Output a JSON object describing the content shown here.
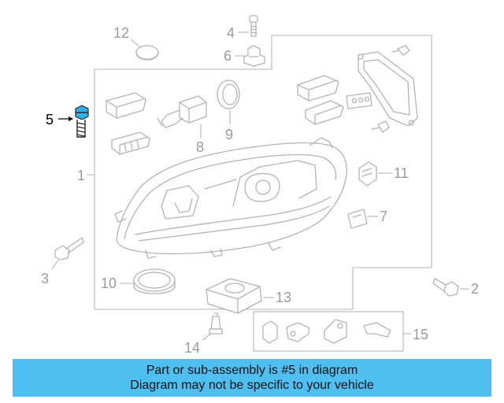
{
  "callouts": {
    "c1": "1",
    "c2": "2",
    "c3": "3",
    "c4": "4",
    "c5": "5",
    "c6": "6",
    "c7": "7",
    "c8": "8",
    "c9": "9",
    "c10": "10",
    "c11": "11",
    "c12": "12",
    "c13": "13",
    "c14": "14",
    "c15": "15"
  },
  "highlight_part": "5",
  "colors": {
    "banner": "#4fbef0",
    "part_lines": "#b3b3b3",
    "highlight": "#000000"
  },
  "banner": {
    "line1": "Part or sub-assembly is #5 in diagram",
    "line2": "Diagram may not be specific to your vehicle"
  }
}
